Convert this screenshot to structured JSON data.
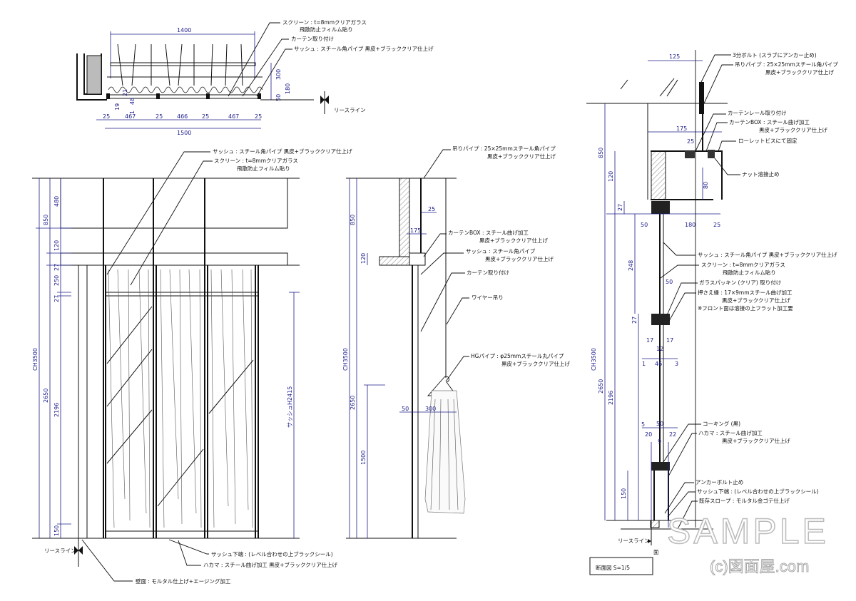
{
  "plan_view": {
    "dims": {
      "top": "1400",
      "a": "25",
      "b": "467",
      "c": "25",
      "d": "466",
      "e": "25",
      "f": "467",
      "g": "25",
      "total": "1500",
      "h300": "300",
      "h180": "180",
      "h50": "50",
      "s21": "21",
      "s19": "19",
      "s48": "48",
      "s1": "1"
    },
    "labels": {
      "screen_1": "スクリーン : t=8mmクリアガラス",
      "screen_2": "飛散防止フィルム貼り",
      "curtain": "カーテン取り付け",
      "sash": "サッシュ : スチール角パイプ 黒皮+ブラッククリア仕上げ",
      "reference": "リースライン"
    }
  },
  "front_elevation": {
    "dims": {
      "ch": "CH3500",
      "d850": "850",
      "d2650": "2650",
      "d480": "480",
      "d120": "120",
      "d27a": "27",
      "d250": "250",
      "d27b": "27",
      "d2196": "2196",
      "d150": "150",
      "sash_h": "サッシュH2415"
    },
    "labels": {
      "sash": "サッシュ : スチール角パイプ 黒皮+ブラッククリア仕上げ",
      "screen_1": "スクリーン : t=8mmクリアガラス",
      "screen_2": "飛散防止フィルム貼り",
      "sash_bottom": "サッシュ下端 : (レベル合わせの上ブラックシール)",
      "hakama": "ハカマ : スチール曲げ加工 黒皮+ブラッククリア仕上げ",
      "wall": "壁面 : モルタル仕上げ+エージング加工",
      "reference": "リースライン"
    }
  },
  "side_section": {
    "dims": {
      "d25": "25",
      "d175": "175",
      "d850": "850",
      "d120": "120",
      "ch": "CH3500",
      "d2650": "2650",
      "d1500": "1500",
      "d50": "50",
      "d300": "300"
    },
    "labels": {
      "pipe_1": "吊りパイプ : 25×25mmスチール角パイプ",
      "pipe_2": "黒皮+ブラッククリア仕上げ",
      "box_1": "カーテンBOX : スチール曲げ加工",
      "box_2": "黒皮+ブラッククリア仕上げ",
      "sash_1": "サッシュ : スチール角パイプ",
      "sash_2": "黒皮+ブラッククリア仕上げ",
      "curtain": "カーテン取り付け",
      "wire": "ワイヤー吊り",
      "hg_1": "HGパイプ : φ25mmスチール丸パイプ",
      "hg_2": "黒皮+ブラッククリア仕上げ"
    }
  },
  "detail_section": {
    "dims": {
      "d125": "125",
      "d175": "175",
      "d25a": "25",
      "d850": "850",
      "d120": "120",
      "d80": "80",
      "d27a": "27",
      "d50a": "50",
      "d180": "180",
      "d25b": "25",
      "d248": "248",
      "d50b": "50",
      "d27b": "27",
      "d17a": "17",
      "d17b": "17",
      "d12": "12",
      "d46": "46",
      "d1": "1",
      "d3": "3",
      "ch": "CH3500",
      "d2650": "2650",
      "d2196": "2196",
      "d5": "5",
      "d50c": "50",
      "d20": "20",
      "d22": "22",
      "d9": "9",
      "d150": "150"
    },
    "labels": {
      "bolt": "3分ボルト (スラブにアンカー止め)",
      "pipe_1": "吊りパイプ : 25×25mmスチール角パイプ",
      "pipe_2": "黒皮+ブラッククリア仕上げ",
      "rail": "カーテンレール取り付け",
      "box_1": "カーテンBOX : スチール曲げ加工",
      "box_2": "黒皮+ブラッククリア仕上げ",
      "knurl": "ローレットビスにて固定",
      "nut": "ナット溶接止め",
      "sash": "サッシュ : スチール角パイプ 黒皮+ブラッククリア仕上げ",
      "screen_1": "スクリーン : t=8mmクリアガラス",
      "screen_2": "飛散防止フィルム貼り",
      "packing": "ガラスパッキン (クリア) 取り付け",
      "stop_1": "押さえ縁 : 17×9mmスチール曲げ加工",
      "stop_2": "黒皮+ブラッククリア仕上げ",
      "stop_3": "※フロント面は溶接の上フラット加工要",
      "caulk": "コーキング (黒)",
      "hakama_1": "ハカマ : スチール曲げ加工",
      "hakama_2": "黒皮+ブラッククリア仕上げ",
      "anchor": "アンカーボルト止め",
      "sash_bottom": "サッシュ下端 : (レベル合わせの上ブラックシール)",
      "slope": "既存スロープ : モルタル金ゴテ仕上げ",
      "reference": "リースライン",
      "reference_2": "面"
    }
  },
  "title": "断面図 S=1/5",
  "watermark": {
    "main": "SAMPLE",
    "credit": "(c)図面屋.com"
  }
}
